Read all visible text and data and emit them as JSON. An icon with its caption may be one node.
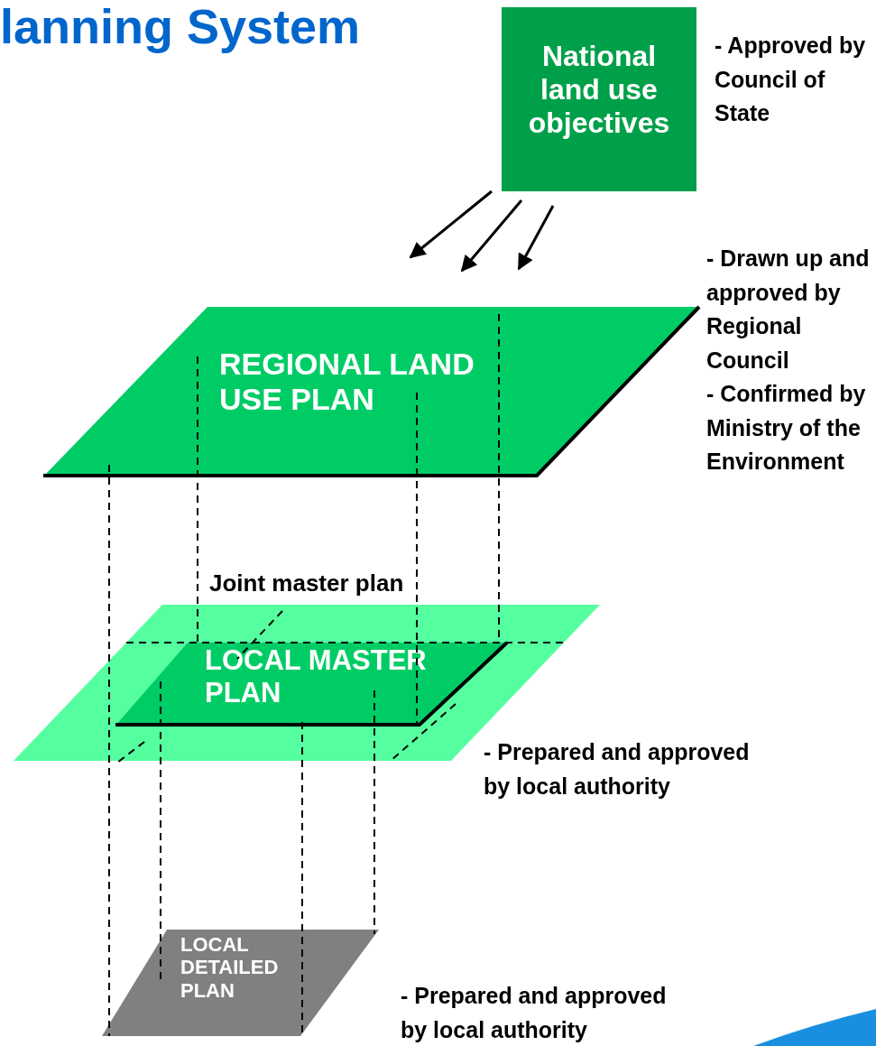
{
  "diagram": {
    "title": "lanning System",
    "nodes": [
      {
        "text": [
          "National land use objectives"
        ],
        "beside": [
          "- Approved by Council of State"
        ]
      },
      {
        "text": [
          "REGIONAL LAND USE PLAN"
        ],
        "beside": [
          "- Drawn up and approved by Regional Council",
          "- Confirmed by Ministry of the Environment"
        ]
      },
      {
        "text": [
          "Joint master plan"
        ],
        "beside": [
          "- Prepared and approved by local authority"
        ]
      },
      {
        "text": [
          "LOCAL MASTER PLAN"
        ],
        "in": 2
      },
      {
        "text": [
          "LOCAL DETAILED PLAN"
        ],
        "beside": [
          "- Prepared and approved by local authority"
        ]
      }
    ],
    "edges": [
      {
        "from": 0,
        "to": null,
        "arrow": "to"
      },
      {
        "from": 0,
        "to": null,
        "arrow": "to"
      },
      {
        "from": 0,
        "to": null,
        "arrow": "to"
      },
      {
        "from": 1,
        "to": 4,
        "arrow": "none",
        "style": "dashed"
      },
      {
        "from": 1,
        "to": 3,
        "arrow": "none",
        "style": "dashed"
      },
      {
        "from": 1,
        "to": 3,
        "arrow": "none",
        "style": "dashed"
      },
      {
        "from": 1,
        "to": 3,
        "arrow": "none",
        "style": "dashed"
      },
      {
        "from": 3,
        "to": 4,
        "arrow": "none",
        "style": "dashed"
      },
      {
        "from": 3,
        "to": 4,
        "arrow": "none",
        "style": "dashed"
      },
      {
        "from": 3,
        "to": 4,
        "arrow": "none",
        "style": "dashed"
      }
    ]
  }
}
